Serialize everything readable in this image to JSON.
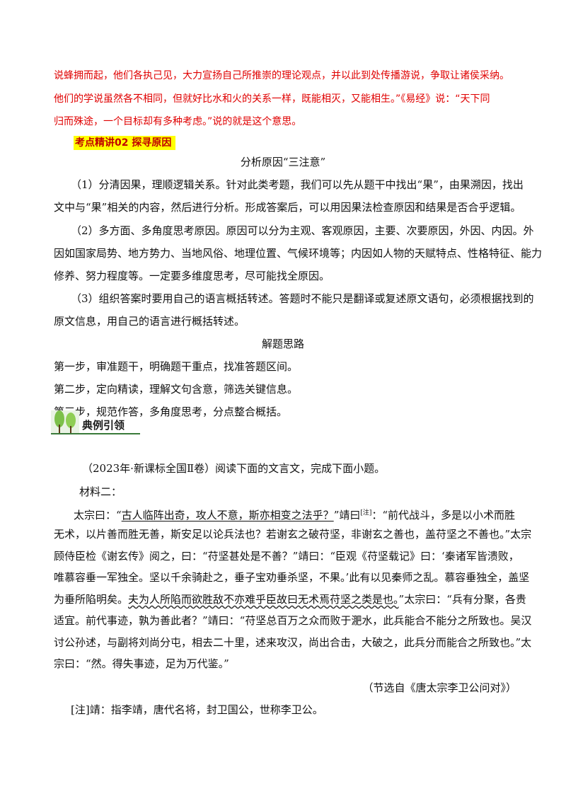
{
  "intro_red": {
    "line1": "说蜂拥而起，他们各执己见，大力宣扬自己所推崇的理论观点，并以此到处传播游说，争取让诸侯采纳。",
    "line2": "他们的学说虽然各不相同，但就好比水和火的关系一样，既能相灭，又能相生。”《易经》说：“天下同",
    "line3": "归而殊途，一个目标却有多种考虑。”说的就是这个意思。"
  },
  "section_heading": "考点精讲02  探寻原因",
  "subtitle1": "分析原因“三注意”",
  "points": {
    "p1_l1": "（1）分清因果，理顺逻辑关系。针对此类考题，我们可以先从题干中找出“果”，由果溯因，找出",
    "p1_l2": "文中与“果”相关的内容，然后进行分析。形成答案后，可以用因果法检查原因和结果是否合乎逻辑。",
    "p2_l1": "（2）多方面、多角度思考原因。原因可以分为主观、客观原因，主要、次要原因，外因、内因。外",
    "p2_l2": "因如国家局势、地方势力、当地风俗、地理位置、气候环境等；内因如人物的天赋特点、性格特征、能力",
    "p2_l3": "修养、努力程度等。一定要多维度思考，尽可能找全原因。",
    "p3_l1": "（3）组织答案时要用自己的语言概括转述。答题时不能只是翻译或复述原文语句，必须根据找到的",
    "p3_l2": "原文信息，用自己的语言进行概括转述。"
  },
  "subtitle2": "解题思路",
  "steps": [
    "第一步，审准题干，明确题干重点，找准答题区间。",
    "第二步，定向精读，理解文句含意，筛选关键信息。",
    "第三步，规范作答，多角度思考，分点整合概括。"
  ],
  "banner_label": "典例引领",
  "example": {
    "source": "（2023年·新课标全国Ⅱ卷）阅读下面的文言文，完成下面小题。",
    "material": "材料二：",
    "t1_a": "太宗曰：“",
    "t1_u": "古人临阵出奇，攻人不意，斯亦相变之法乎？",
    "t1_b": "”靖曰",
    "t1_sup": "[注]",
    "t1_c": "：“前代战斗，多是以小术而胜",
    "t2": "无术，以片善而胜无善，斯安足以论兵法也？若谢玄之破苻坚，非谢玄之善也，盖苻坚之不善也。”太宗",
    "t3": "顾侍臣检《谢玄传》阅之，曰：“苻坚甚处是不善？”靖曰：“臣观《苻坚载记》曰：‘秦诸军皆溃败，",
    "t4": "唯慕容垂一军独全。坚以千余骑赴之，垂子宝劝垂杀坚，不果。’此有以见秦师之乱。慕容垂独全，盖坚",
    "t5_a": "为垂所陷明矣。",
    "t5_w": "夫为人所陷而欲胜敌不亦难乎臣故曰无术焉苻坚之类是也。",
    "t5_b": "”太宗曰：“兵有分聚，各贵",
    "t6": "适宜。前代事迹，孰为善此者？”靖曰：“苻坚总百万之众而败于淝水，此兵能合不能分之所致也。吴汉",
    "t7": "讨公孙述，与副将刘尚分屯，相去二十里，述来攻汉，尚出合击，大破之，此兵分而能合之所致也。”太",
    "t8": "宗曰：“然。得失事迹，足为万代鉴。”",
    "citation": "（节选自《唐太宗李卫公问对》）",
    "note": "[注]靖：指李靖，唐代名将，封卫国公，世称李卫公。"
  },
  "colors": {
    "red_text": "#e00000",
    "highlight": "#ffff00",
    "banner_green": "#3a7a3a"
  }
}
